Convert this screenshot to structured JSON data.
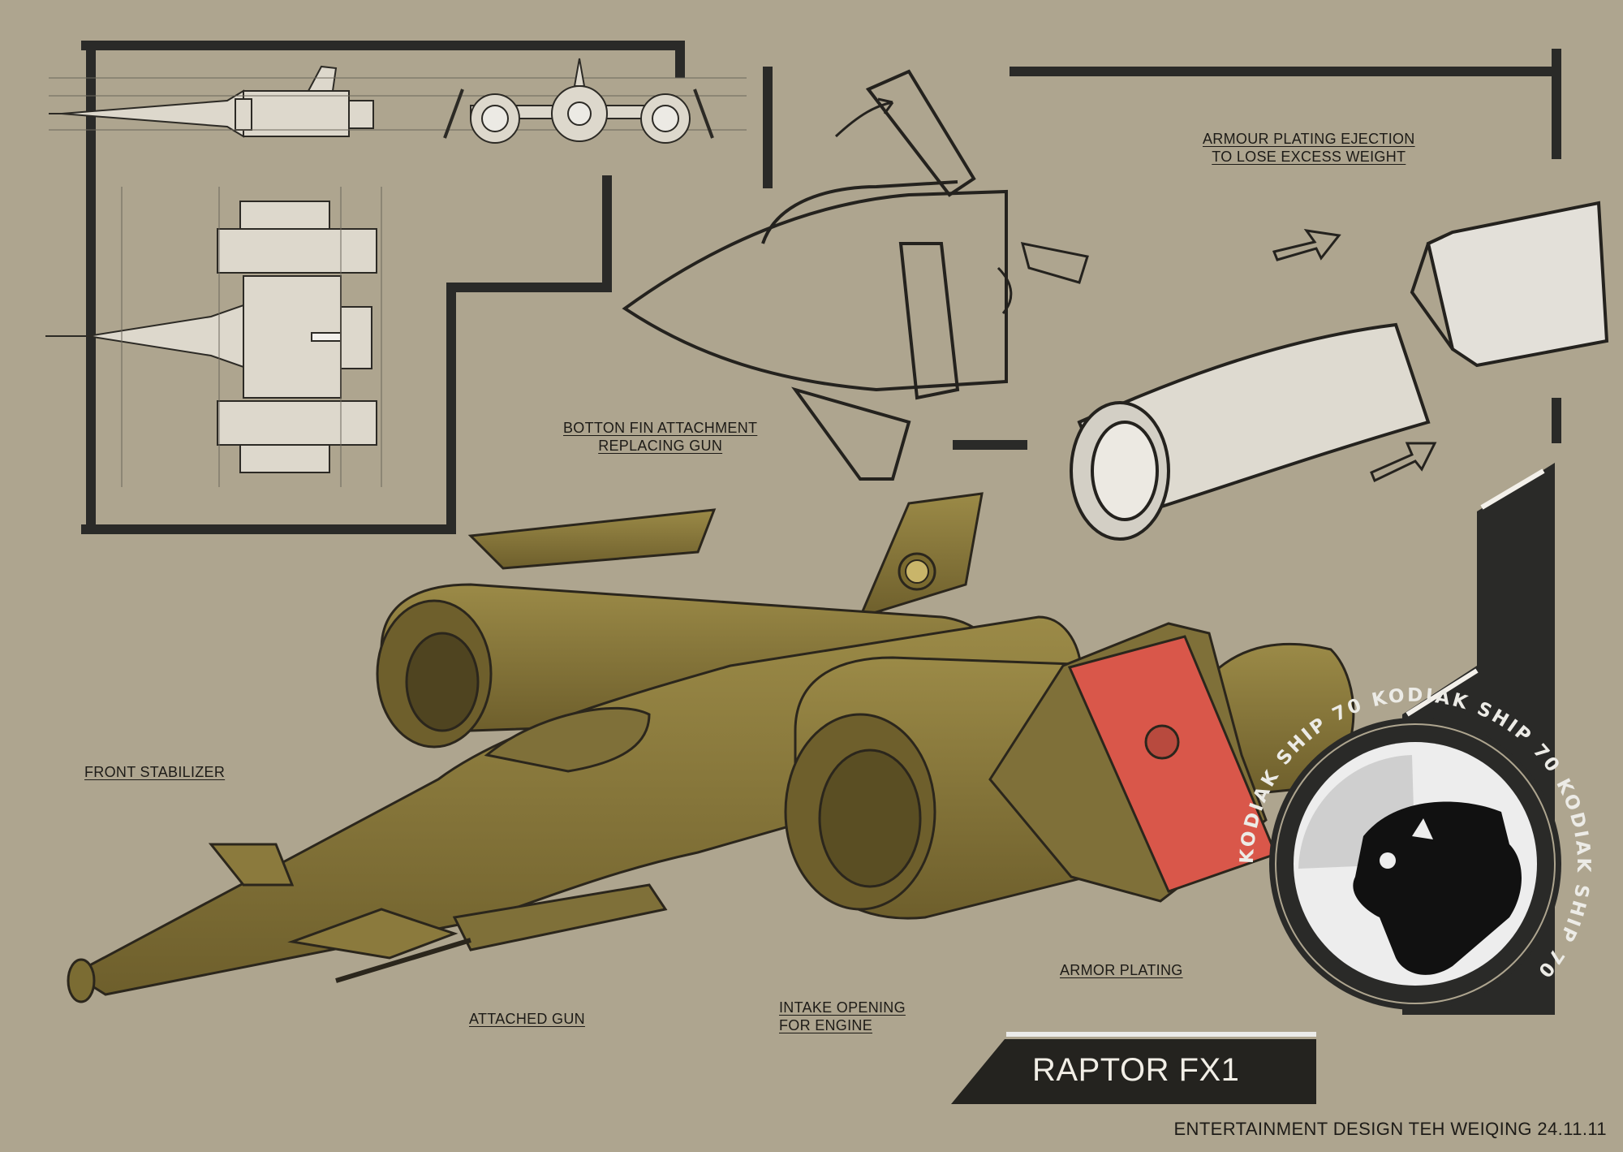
{
  "sheet": {
    "title": "RAPTOR FX1",
    "credit": "ENTERTAINMENT DESIGN TEH WEIQING 24.11.11"
  },
  "labels": {
    "armour_ejection": [
      "ARMOUR PLATING EJECTION",
      "TO LOSE EXCESS WEIGHT"
    ],
    "bottom_fin": [
      "BOTTON FIN ATTACHMENT",
      "REPLACING GUN"
    ],
    "front_stabilizer": "FRONT STABILIZER",
    "attached_gun": "ATTACHED GUN",
    "intake": [
      "INTAKE OPENING",
      "FOR ENGINE"
    ],
    "armor_plating": "ARMOR PLATING"
  },
  "emblem": {
    "ring_text": "KODIAK SHIP 70 KODIAK SHIP 70 KODIAK SHIP 70",
    "icon": "bear-head-icon"
  },
  "colors": {
    "background": "#aea58f",
    "hull": "#8b7a3d",
    "hull_shadow": "#6e5f2c",
    "armor_plate": "#d9574a",
    "ink": "#1d1b17",
    "frame": "#2a2a28"
  }
}
